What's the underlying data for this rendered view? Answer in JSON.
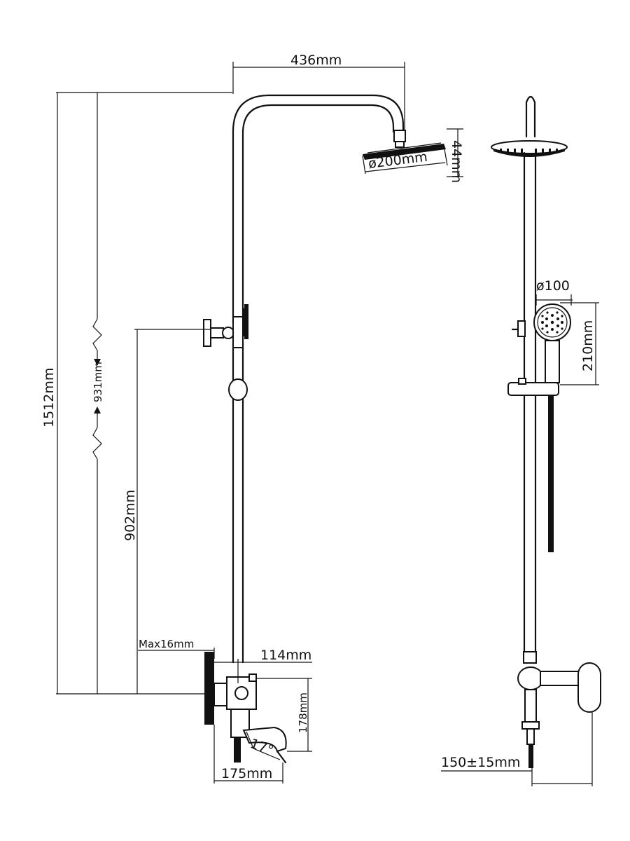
{
  "dimensions": {
    "width_top": "436mm",
    "head_diameter": "ø200mm",
    "head_thickness": "44mm",
    "total_height": "1512mm",
    "adjust_range": "931mm",
    "mixer_height": "902mm",
    "wall_max": "Max16mm",
    "mixer_offset": "114mm",
    "spout_height": "178mm",
    "spout_angle": "17",
    "spout_length": "175mm",
    "hand_diameter": "ø100",
    "hand_height": "210mm",
    "centers": "150±15mm"
  }
}
